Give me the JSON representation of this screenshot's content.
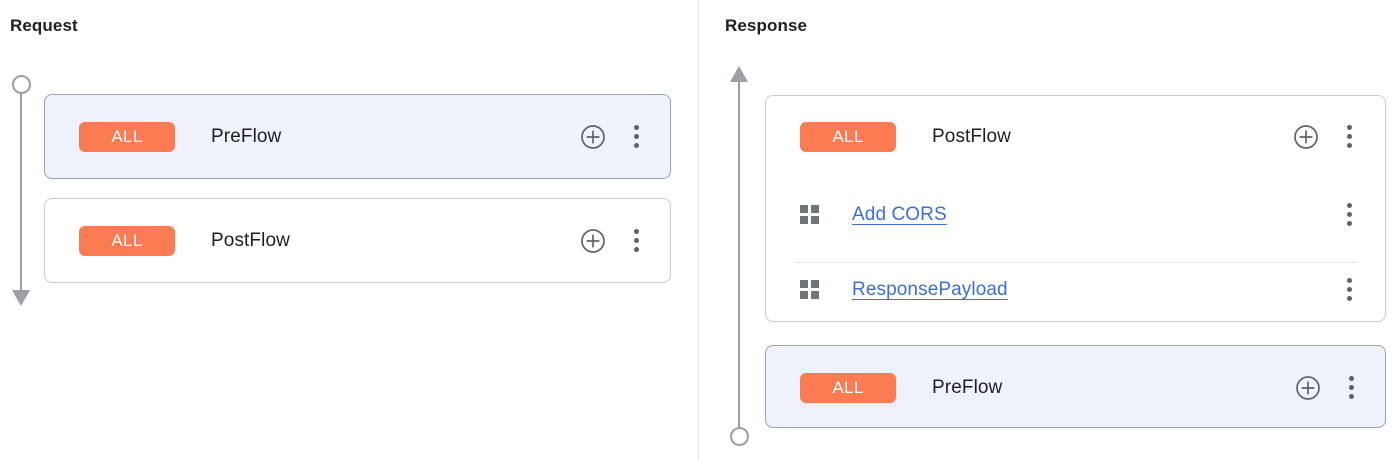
{
  "panels": {
    "request": {
      "title": "Request",
      "rail": {
        "start_marker": "circle",
        "end_marker": "arrow-down",
        "direction": "downward"
      },
      "cards": [
        {
          "name": "PreFlow",
          "badge": "ALL",
          "selected": true,
          "add_icon": "plus-circle-icon",
          "menu_icon": "more-vert-icon",
          "policies": []
        },
        {
          "name": "PostFlow",
          "badge": "ALL",
          "selected": false,
          "add_icon": "plus-circle-icon",
          "menu_icon": "more-vert-icon",
          "policies": []
        }
      ]
    },
    "response": {
      "title": "Response",
      "rail": {
        "start_marker": "arrow-up",
        "end_marker": "circle",
        "direction": "upward"
      },
      "cards": [
        {
          "name": "PostFlow",
          "badge": "ALL",
          "selected": false,
          "add_icon": "plus-circle-icon",
          "menu_icon": "more-vert-icon",
          "policies": [
            {
              "label": "Add CORS",
              "icon": "policy-grid-icon",
              "menu_icon": "more-vert-icon"
            },
            {
              "label": "ResponsePayload",
              "icon": "policy-grid-icon",
              "menu_icon": "more-vert-icon"
            }
          ]
        },
        {
          "name": "PreFlow",
          "badge": "ALL",
          "selected": true,
          "add_icon": "plus-circle-icon",
          "menu_icon": "more-vert-icon",
          "policies": []
        }
      ]
    }
  },
  "colors": {
    "badge_bg": "#fb7b52",
    "badge_text": "#ffffff",
    "selected_card_bg": "#eef2fb",
    "selected_card_border": "#9aa3b2",
    "card_border": "#c9ccd1",
    "link": "#3d6fd6",
    "rail": "#9aa0a6",
    "icon": "#5f6368",
    "divider": "#e4e5e7",
    "text": "#1f1f1f"
  }
}
